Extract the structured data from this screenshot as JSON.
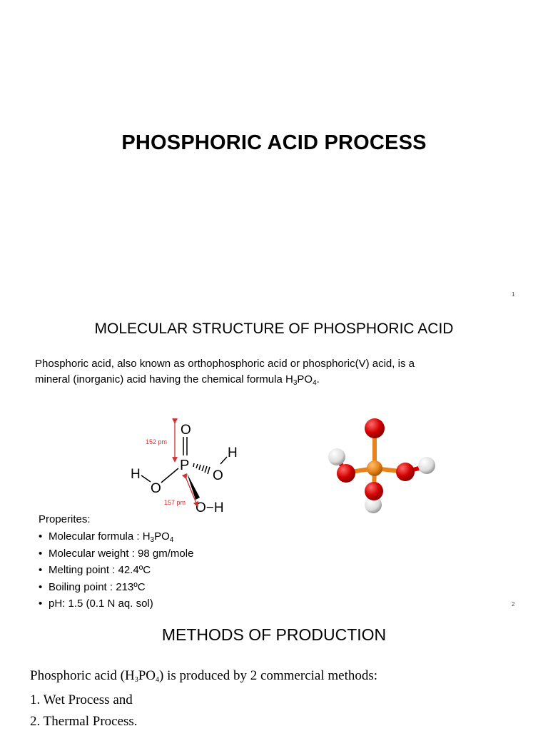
{
  "slide1": {
    "title": "PHOSPHORIC ACID PROCESS",
    "page_number": "1"
  },
  "slide2": {
    "title": "MOLECULAR STRUCTURE OF PHOSPHORIC ACID",
    "intro_line1": "Phosphoric acid, also known as orthophosphoric acid or phosphoric(V) acid, is a",
    "intro_line2_prefix": "mineral (inorganic) acid having the chemical formula H",
    "intro_sub1": "3",
    "intro_mid": "PO",
    "intro_sub2": "4",
    "intro_end": ".",
    "diagram": {
      "atom_O": "O",
      "atom_P": "P",
      "atom_H": "H",
      "label_152": "152 pm",
      "label_157": "157 pm",
      "bond_OH": "O−H"
    },
    "properties_heading": "Properites:",
    "properties": {
      "formula_prefix": "Molecular formula : H",
      "formula_sub1": "3",
      "formula_mid": "PO",
      "formula_sub2": "4",
      "weight": "Molecular weight : 98 gm/mole",
      "melting": "Melting point : 42.4ºC",
      "boiling": "Boiling point : 213ºC",
      "ph": "pH: 1.5 (0.1 N aq. sol)"
    },
    "bullet": "•",
    "page_number": "2",
    "colors": {
      "oxygen": "#d40000",
      "phosphorus": "#e8831c",
      "hydrogen": "#e0e0e0",
      "arrow": "#d23030"
    }
  },
  "slide3": {
    "title": "METHODS OF PRODUCTION",
    "line1_prefix": "Phosphoric acid (H",
    "line1_sub1": "3",
    "line1_mid": "PO",
    "line1_sub2": "4",
    "line1_suffix": ") is produced by 2 commercial methods:",
    "line2": "1. Wet Process and",
    "line3": "2. Thermal Process."
  }
}
